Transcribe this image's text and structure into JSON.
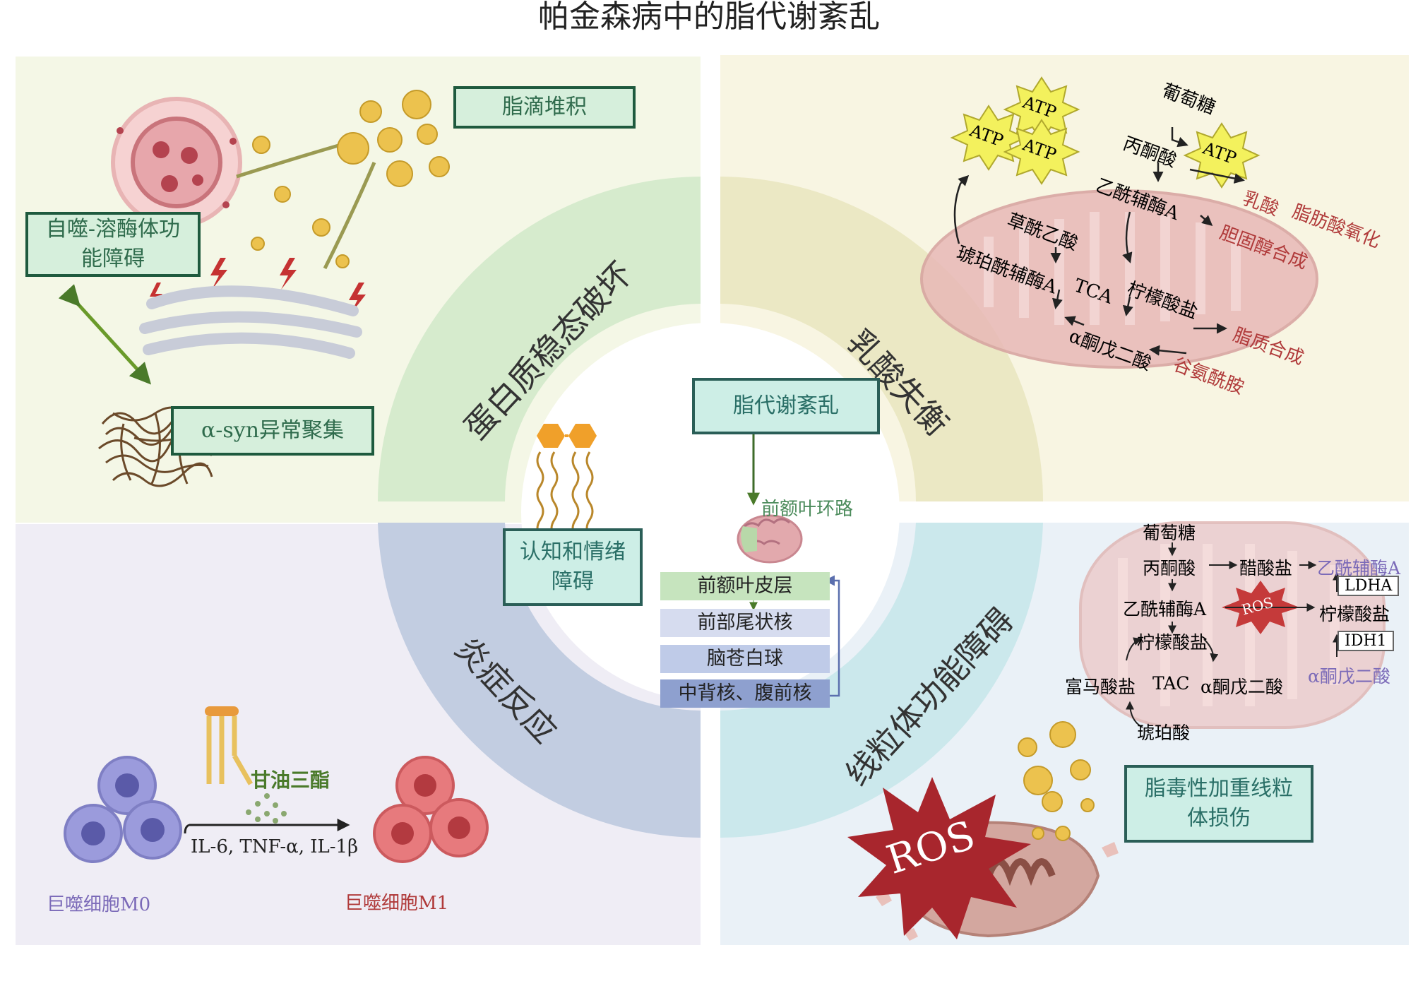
{
  "title": "帕金森病中的脂代谢紊乱",
  "ring": {
    "protein": "蛋白质稳态破坏",
    "lactate": "乳酸失衡",
    "inflammation": "炎症反应",
    "mito": "线粒体功能障碍"
  },
  "center": {
    "lipid_box": "脂代谢紊乱",
    "pfc_circuit": "前额叶环路",
    "cognition_box": "认知和情绪障碍",
    "regions": [
      "前额叶皮层",
      "前部尾状核",
      "脑苍白球",
      "中背核、腹前核"
    ]
  },
  "top_left": {
    "lipid_droplet": "脂滴堆积",
    "autophagy": "自噬-溶酶体功能障碍",
    "asyn": "α-syn异常聚集"
  },
  "top_right": {
    "atp": "ATP",
    "glucose": "葡萄糖",
    "pyruvate": "丙酮酸",
    "acetyl_coa": "乙酰辅酶A",
    "oxaloacetate": "草酰乙酸",
    "succinyl_coa": "琥珀酰辅酶A",
    "tca": "TCA",
    "citrate": "柠檬酸盐",
    "akg": "α酮戊二酸",
    "lactate": "乳酸",
    "fatty_acid_ox": "脂肪酸氧化",
    "cholesterol": "胆固醇合成",
    "lipid_synth": "脂质合成",
    "glutamine": "谷氨酰胺"
  },
  "bottom_left": {
    "triglyceride": "甘油三酯",
    "cytokines": "IL-6, TNF-α, IL-1β",
    "m0": "巨噬细胞M0",
    "m1": "巨噬细胞M1"
  },
  "bottom_right": {
    "glucose": "葡萄糖",
    "pyruvate": "丙酮酸",
    "acetate": "醋酸盐",
    "acetyl_coa_purple": "乙酰辅酶A",
    "ldha": "LDHA",
    "acetyl_coa": "乙酰辅酶A",
    "ros_small": "ROS",
    "citrate_right": "柠檬酸盐",
    "citrate": "柠檬酸盐",
    "idh1": "IDH1",
    "fumarate": "富马酸盐",
    "tac": "TAC",
    "akg": "α酮戊二酸",
    "akg_purple": "α酮戊二酸",
    "succinate": "琥珀酸",
    "lipotox": "脂毒性加重线粒体损伤",
    "ros_big": "ROS"
  },
  "colors": {
    "q_tl": "#f4f7e6",
    "q_tr": "#f8f5e2",
    "q_bl": "#efedf5",
    "q_br": "#eaf1f7",
    "arc_tl": "#d6ebcd",
    "arc_tr": "#ebe8c4",
    "arc_bl": "#c2cde1",
    "arc_br": "#cbe8ec",
    "red_text": "#b03a3a",
    "purple_text": "#7b6ab8"
  }
}
